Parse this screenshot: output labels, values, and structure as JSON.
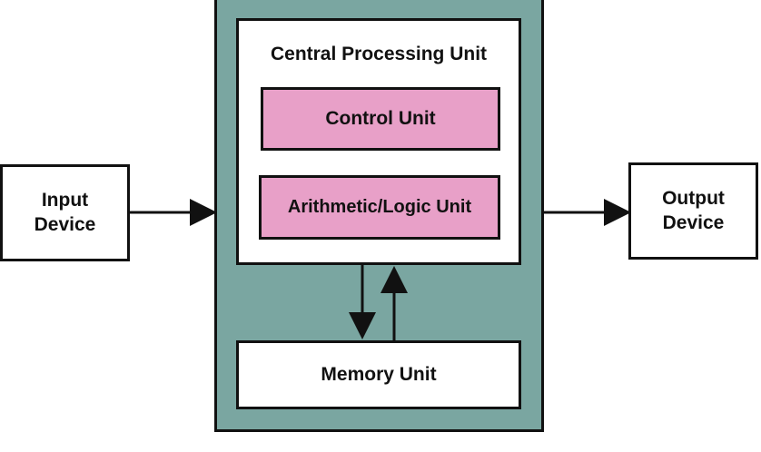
{
  "diagram": {
    "cpu": {
      "title": "Central Processing Unit",
      "control_unit": "Control Unit",
      "alu": "Arithmetic/Logic Unit"
    },
    "memory_unit": "Memory Unit",
    "input_device": {
      "line1": "Input",
      "line2": "Device"
    },
    "output_device": {
      "line1": "Output",
      "line2": "Device"
    },
    "colors": {
      "computer_body": "#7aa6a1",
      "unit_fill": "#e8a0c8",
      "box_fill": "#ffffff",
      "stroke": "#111111"
    }
  }
}
